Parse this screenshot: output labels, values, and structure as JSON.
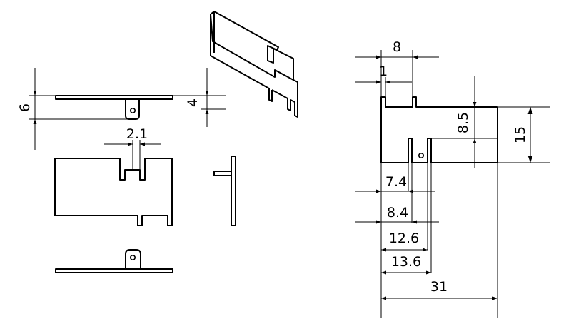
{
  "drawing": {
    "dimensions": {
      "left_height": "6",
      "tab_offset": "4",
      "slot_width": "2.1",
      "top_width": "8",
      "top_offset": "1",
      "right_height": "8.5",
      "total_height": "15",
      "d_7_4": "7.4",
      "d_8_4": "8.4",
      "d_12_6": "12.6",
      "d_13_6": "13.6",
      "total_width": "31"
    }
  }
}
